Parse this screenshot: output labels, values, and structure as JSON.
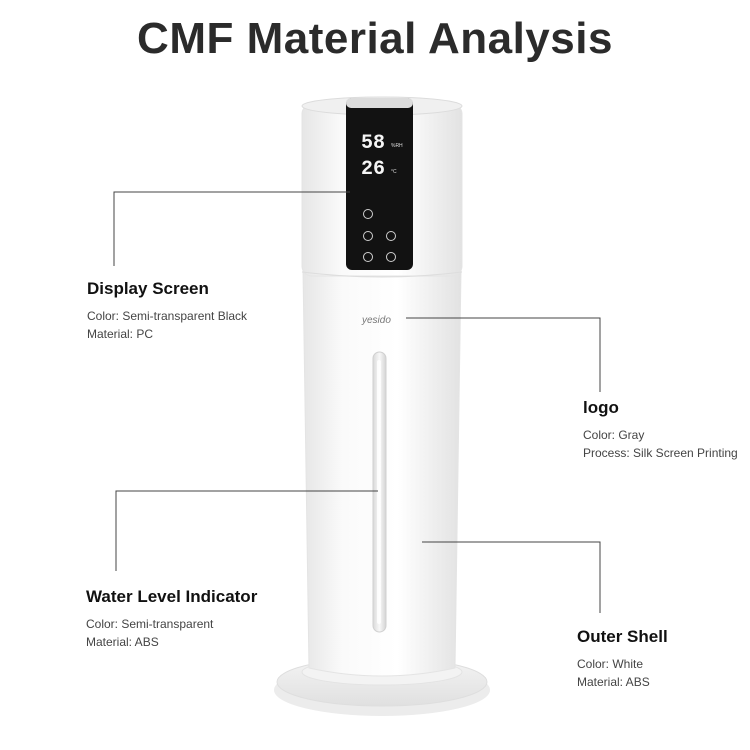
{
  "page": {
    "title": "CMF Material Analysis"
  },
  "device": {
    "humidity_value": "58",
    "humidity_unit": "%RH",
    "temperature_value": "26",
    "temperature_unit": "°C",
    "brand": "yesido"
  },
  "annotations": {
    "display_screen": {
      "heading": "Display Screen",
      "line1": "Color: Semi-transparent Black",
      "line2": "Material: PC"
    },
    "logo": {
      "heading": "logo",
      "line1": "Color: Gray",
      "line2": "Process: Silk Screen Printing"
    },
    "water_level": {
      "heading": "Water Level Indicator",
      "line1": "Color:  Semi-transparent",
      "line2": "Material: ABS"
    },
    "outer_shell": {
      "heading": "Outer Shell",
      "line1": "Color: White",
      "line2": "Material: ABS"
    }
  },
  "colors": {
    "display_panel": "#111111",
    "body": "#f7f7f7",
    "title": "#2b2b2b"
  }
}
